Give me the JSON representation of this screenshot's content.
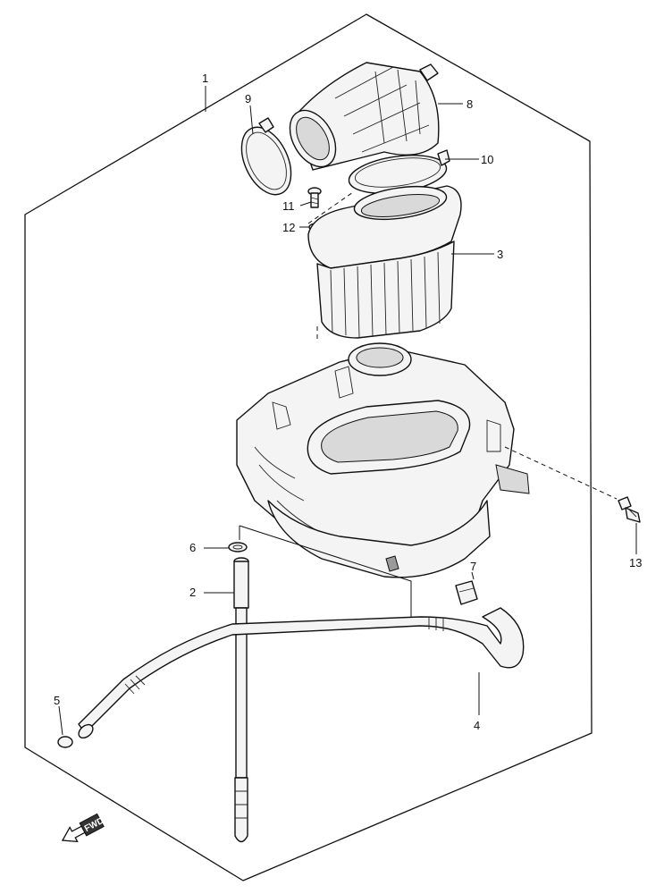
{
  "callouts": [
    {
      "id": "1",
      "text": "1"
    },
    {
      "id": "2",
      "text": "2"
    },
    {
      "id": "3",
      "text": "3"
    },
    {
      "id": "4",
      "text": "4"
    },
    {
      "id": "5",
      "text": "5"
    },
    {
      "id": "6",
      "text": "6"
    },
    {
      "id": "7",
      "text": "7"
    },
    {
      "id": "8",
      "text": "8"
    },
    {
      "id": "9",
      "text": "9"
    },
    {
      "id": "10",
      "text": "10"
    },
    {
      "id": "11",
      "text": "11"
    },
    {
      "id": "12",
      "text": "12"
    },
    {
      "id": "13",
      "text": "13"
    }
  ],
  "direction_marker": {
    "text": "FWD",
    "icon": "front-direction-arrow-icon"
  }
}
